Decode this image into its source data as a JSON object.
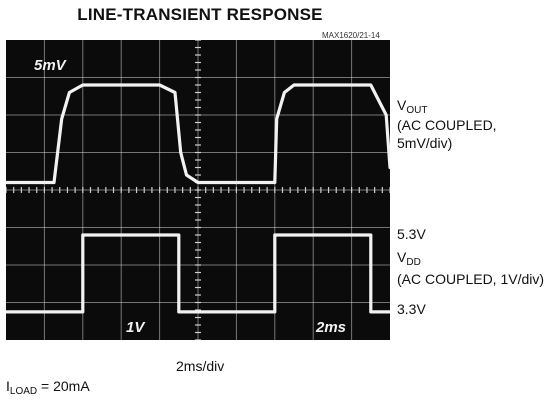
{
  "title": "LINE-TRANSIENT RESPONSE",
  "figure_id": "MAX1620/21-14",
  "labels": {
    "vout_main": "V",
    "vout_sub": "OUT",
    "vout_desc": "(AC COUPLED, 5mV/div)",
    "v_high": "5.3V",
    "vdd_main": "V",
    "vdd_sub": "DD",
    "vdd_desc": "(AC COUPLED, 1V/div)",
    "v_low": "3.3V",
    "xscale": "2ms/div",
    "iload_main": "I",
    "iload_sub": "LOAD",
    "iload_value": " = 20mA"
  },
  "screen_labels": {
    "ch1_scale": "5mV",
    "ch2_scale": "1V",
    "time_scale": "2ms"
  },
  "colors": {
    "screen_bg": "#0b0b0b",
    "grid": "#cfcfcf",
    "trace": "#f2f2f2"
  },
  "chart_data": {
    "type": "line",
    "title": "LINE-TRANSIENT RESPONSE",
    "xlabel": "2ms/div",
    "grid": true,
    "x_divisions": 10,
    "y_divisions": 8,
    "series": [
      {
        "name": "VOUT",
        "unit": "div",
        "x": [
          0,
          1.25,
          1.45,
          1.65,
          2.0,
          4.0,
          4.4,
          4.55,
          4.7,
          5.0,
          7.0,
          7.05,
          7.25,
          7.5,
          9.5,
          9.9,
          10.0
        ],
        "y": [
          4.2,
          4.2,
          5.9,
          6.6,
          6.8,
          6.8,
          6.6,
          5.0,
          4.4,
          4.2,
          4.2,
          5.9,
          6.6,
          6.8,
          6.8,
          6.0,
          4.6
        ]
      },
      {
        "name": "VDD",
        "unit": "div",
        "x": [
          0,
          2.0,
          2.0,
          4.5,
          4.5,
          7.0,
          7.0,
          9.5,
          9.5,
          10.0
        ],
        "y": [
          0.75,
          0.75,
          2.8,
          2.8,
          0.75,
          0.75,
          2.8,
          2.8,
          0.75,
          0.75
        ]
      }
    ]
  }
}
